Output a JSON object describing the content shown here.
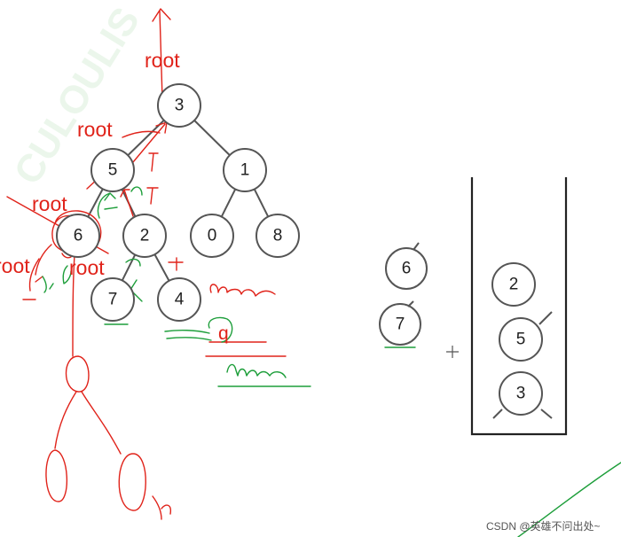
{
  "tree": {
    "nodes": [
      {
        "id": "n3",
        "label": "3"
      },
      {
        "id": "n5",
        "label": "5"
      },
      {
        "id": "n1",
        "label": "1"
      },
      {
        "id": "n6",
        "label": "6"
      },
      {
        "id": "n2",
        "label": "2"
      },
      {
        "id": "n0",
        "label": "0"
      },
      {
        "id": "n8",
        "label": "8"
      },
      {
        "id": "n7",
        "label": "7"
      },
      {
        "id": "n4",
        "label": "4"
      }
    ],
    "edges": [
      [
        "n3",
        "n5"
      ],
      [
        "n3",
        "n1"
      ],
      [
        "n5",
        "n6"
      ],
      [
        "n5",
        "n2"
      ],
      [
        "n1",
        "n0"
      ],
      [
        "n1",
        "n8"
      ],
      [
        "n2",
        "n7"
      ],
      [
        "n2",
        "n4"
      ]
    ]
  },
  "annotations": {
    "root_labels": [
      "root",
      "root",
      "root",
      "root",
      "root"
    ],
    "q_label": "q"
  },
  "side_nodes": [
    {
      "label": "6"
    },
    {
      "label": "7"
    }
  ],
  "stack": {
    "items": [
      {
        "label": "2"
      },
      {
        "label": "5"
      },
      {
        "label": "3"
      }
    ]
  },
  "watermark": {
    "text": "CSDN @英雄不问出处~",
    "bg_text": "CULOULIS"
  },
  "colors": {
    "ink_red": "#e0231a",
    "ink_green": "#1d9e3a",
    "node_stroke": "#555555"
  }
}
